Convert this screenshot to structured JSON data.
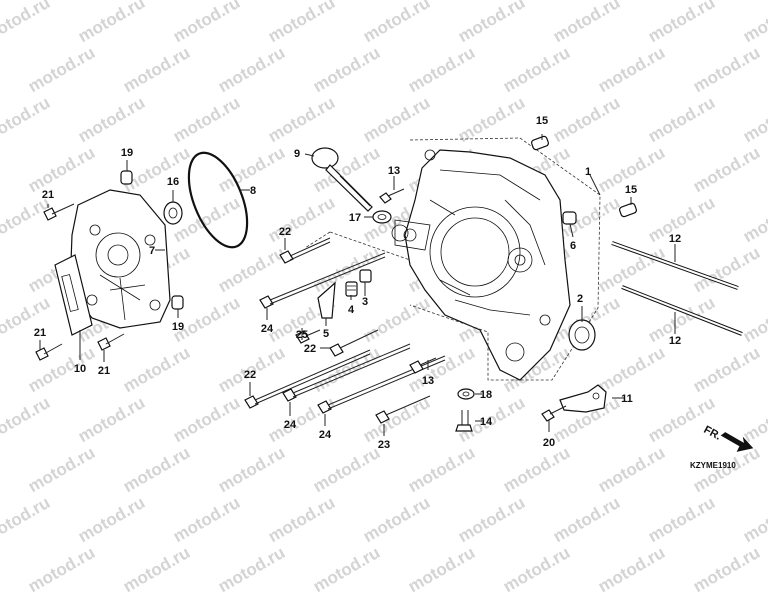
{
  "watermark": "motod.ru",
  "diagram_code": "KZYME1910",
  "direction_label": "FR.",
  "callouts": [
    "1",
    "2",
    "3",
    "4",
    "5",
    "6",
    "7",
    "8",
    "9",
    "10",
    "11",
    "12",
    "12",
    "13",
    "13",
    "14",
    "15",
    "15",
    "16",
    "17",
    "18",
    "19",
    "19",
    "20",
    "21",
    "21",
    "21",
    "22",
    "22",
    "22",
    "23",
    "24",
    "24",
    "24",
    "25"
  ]
}
